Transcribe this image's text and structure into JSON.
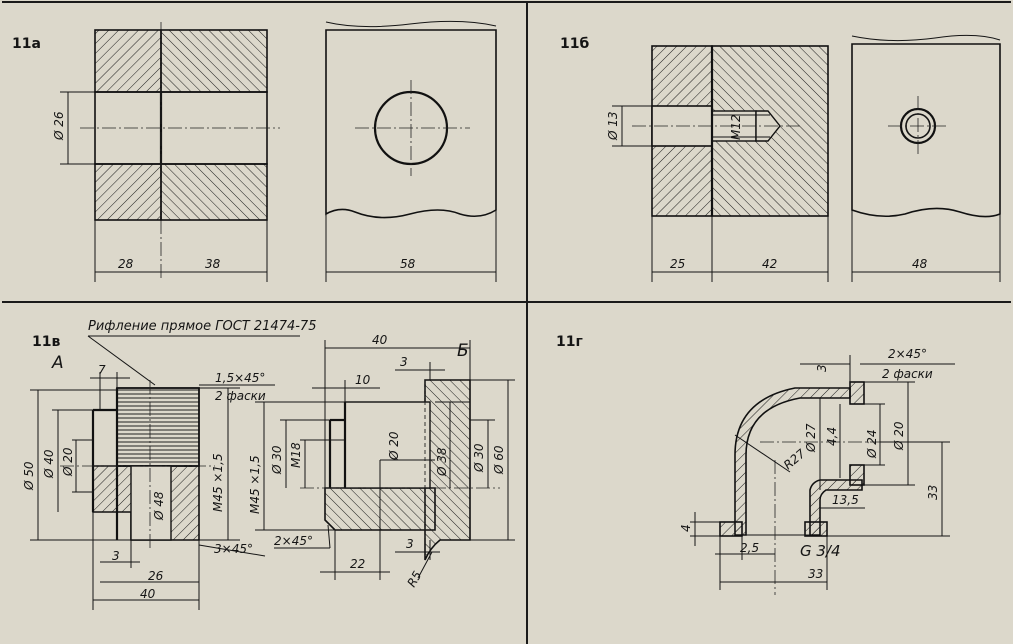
{
  "panels": {
    "a": {
      "label": "11а",
      "dims": {
        "d26": "Ø 26",
        "w28": "28",
        "w38": "38",
        "w58": "58"
      }
    },
    "b": {
      "label": "11б",
      "dims": {
        "d13": "Ø 13",
        "m12": "М12",
        "w25": "25",
        "w42": "42",
        "w48": "48"
      }
    },
    "v": {
      "label": "11в",
      "note": "Рифление прямое ГОСТ 21474-75",
      "view_a": "А",
      "view_b": "Б",
      "dims": {
        "d7": "7",
        "chamfer1": "1,5×45°",
        "chamfer1_note": "2 фаски",
        "d50": "Ø 50",
        "d40": "Ø 40",
        "d20a": "Ø 20",
        "d48": "Ø 48",
        "m45a": "М45 ×1,5",
        "w3a": "3",
        "w26": "26",
        "w40a": "40",
        "c3x45": "3×45°",
        "w40b": "40",
        "w3b": "3",
        "w10": "10",
        "m45b": "М45 ×1,5",
        "d30a": "Ø 30",
        "m18": "М18",
        "d20b": "Ø 20",
        "d38": "Ø 38",
        "d30b": "Ø 30",
        "d60": "Ø 60",
        "c2x45": "2×45°",
        "w3c": "3",
        "w22": "22",
        "r5": "R5"
      }
    },
    "g": {
      "label": "11г",
      "dims": {
        "chamfer": "2×45°",
        "chamfer_note": "2 фаски",
        "w3": "3",
        "d27": "Ø 27",
        "d24": "Ø 24",
        "w44": "4,4",
        "d20": "Ø 20",
        "r27": "R27",
        "w13_5": "13,5",
        "h33": "33",
        "w4": "4",
        "w2_5": "2,5",
        "thread": "G  3/4",
        "w33": "33"
      }
    }
  }
}
